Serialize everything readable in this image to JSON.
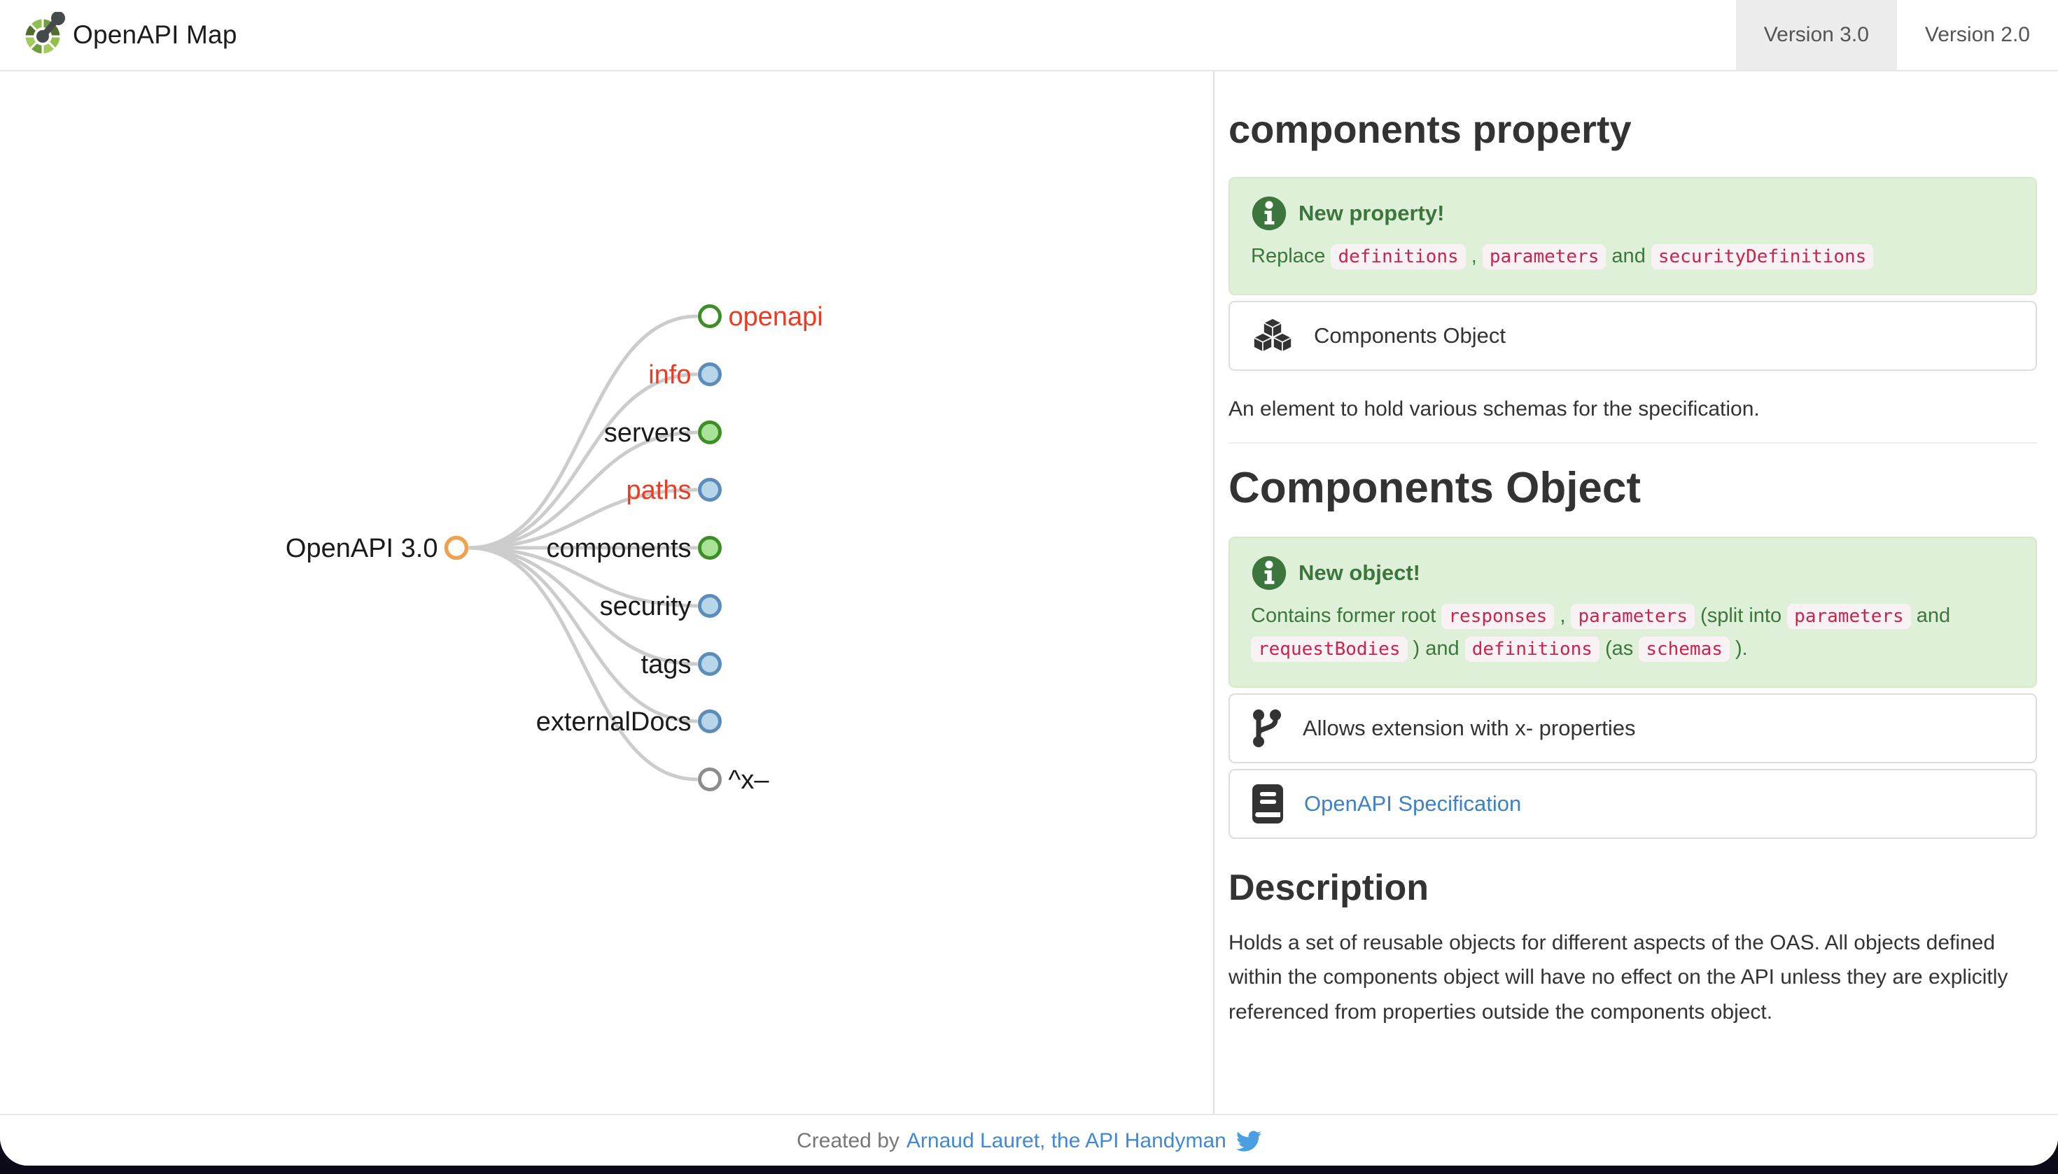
{
  "header": {
    "title": "OpenAPI Map",
    "tabs": [
      {
        "label": "Version 3.0",
        "active": true
      },
      {
        "label": "Version 2.0",
        "active": false
      }
    ]
  },
  "map": {
    "root": {
      "label": "OpenAPI 3.0",
      "style": "open-orange"
    },
    "children": [
      {
        "label": "openapi",
        "label_color": "red",
        "style": "open-green",
        "side": "right"
      },
      {
        "label": "info",
        "label_color": "red",
        "style": "filled-blue",
        "side": "left"
      },
      {
        "label": "servers",
        "label_color": "black",
        "style": "filled-green",
        "side": "left"
      },
      {
        "label": "paths",
        "label_color": "red",
        "style": "filled-blue",
        "side": "left"
      },
      {
        "label": "components",
        "label_color": "black",
        "style": "filled-green",
        "side": "left"
      },
      {
        "label": "security",
        "label_color": "black",
        "style": "filled-blue",
        "side": "left"
      },
      {
        "label": "tags",
        "label_color": "black",
        "style": "filled-blue",
        "side": "left"
      },
      {
        "label": "externalDocs",
        "label_color": "black",
        "style": "filled-blue",
        "side": "left"
      },
      {
        "label": "^x–",
        "label_color": "black",
        "style": "open-gray",
        "side": "right"
      }
    ]
  },
  "panel": {
    "property_section": {
      "title": "components property",
      "alert": {
        "icon": "info-icon",
        "title": "New property!",
        "segments": [
          {
            "t": "text",
            "v": "Replace "
          },
          {
            "t": "code",
            "v": "definitions"
          },
          {
            "t": "text",
            "v": " , "
          },
          {
            "t": "code",
            "v": "parameters"
          },
          {
            "t": "text",
            "v": " and "
          },
          {
            "t": "code",
            "v": "securityDefinitions"
          }
        ]
      },
      "object_row": {
        "icon": "cubes-icon",
        "label": "Components Object"
      },
      "summary": "An element to hold various schemas for the specification."
    },
    "object_section": {
      "title": "Components Object",
      "alert": {
        "icon": "info-icon",
        "title": "New object!",
        "segments": [
          {
            "t": "text",
            "v": "Contains former root "
          },
          {
            "t": "code",
            "v": "responses"
          },
          {
            "t": "text",
            "v": " , "
          },
          {
            "t": "code",
            "v": "parameters"
          },
          {
            "t": "text",
            "v": " (split into "
          },
          {
            "t": "code",
            "v": "parameters"
          },
          {
            "t": "text",
            "v": " and "
          },
          {
            "t": "code",
            "v": "requestBodies"
          },
          {
            "t": "text",
            "v": " ) and "
          },
          {
            "t": "code",
            "v": "definitions"
          },
          {
            "t": "text",
            "v": " (as "
          },
          {
            "t": "code",
            "v": "schemas"
          },
          {
            "t": "text",
            "v": " )."
          }
        ]
      },
      "rows": [
        {
          "icon": "code-fork-icon",
          "label": "Allows extension with x- properties",
          "link": false
        },
        {
          "icon": "book-icon",
          "label": "OpenAPI Specification",
          "link": true
        }
      ],
      "description_title": "Description",
      "description": "Holds a set of reusable objects for different aspects of the OAS. All objects defined within the components object will have no effect on the API unless they are explicitly referenced from properties outside the components object."
    }
  },
  "footer": {
    "prefix": "Created by ",
    "link_label": "Arnaud Lauret, the API Handyman",
    "icon": "twitter-icon"
  },
  "theme": {
    "link_color": "#4089d8",
    "alert_bg": "#dff0d8",
    "alert_text": "#3c763d",
    "code_text": "#c7254e",
    "code_bg": "#f9f2f4",
    "tree_link": "#cccccc",
    "node_orange": "#f0a14f",
    "node_green_stroke": "#3e8e28",
    "node_green_fill": "#a8e296",
    "node_blue_stroke": "#5b8cba",
    "node_blue_fill": "#b8d6ea",
    "node_gray_stroke": "#8c8c8c",
    "label_red": "#ee3a21",
    "active_tab_bg": "#ececec"
  }
}
